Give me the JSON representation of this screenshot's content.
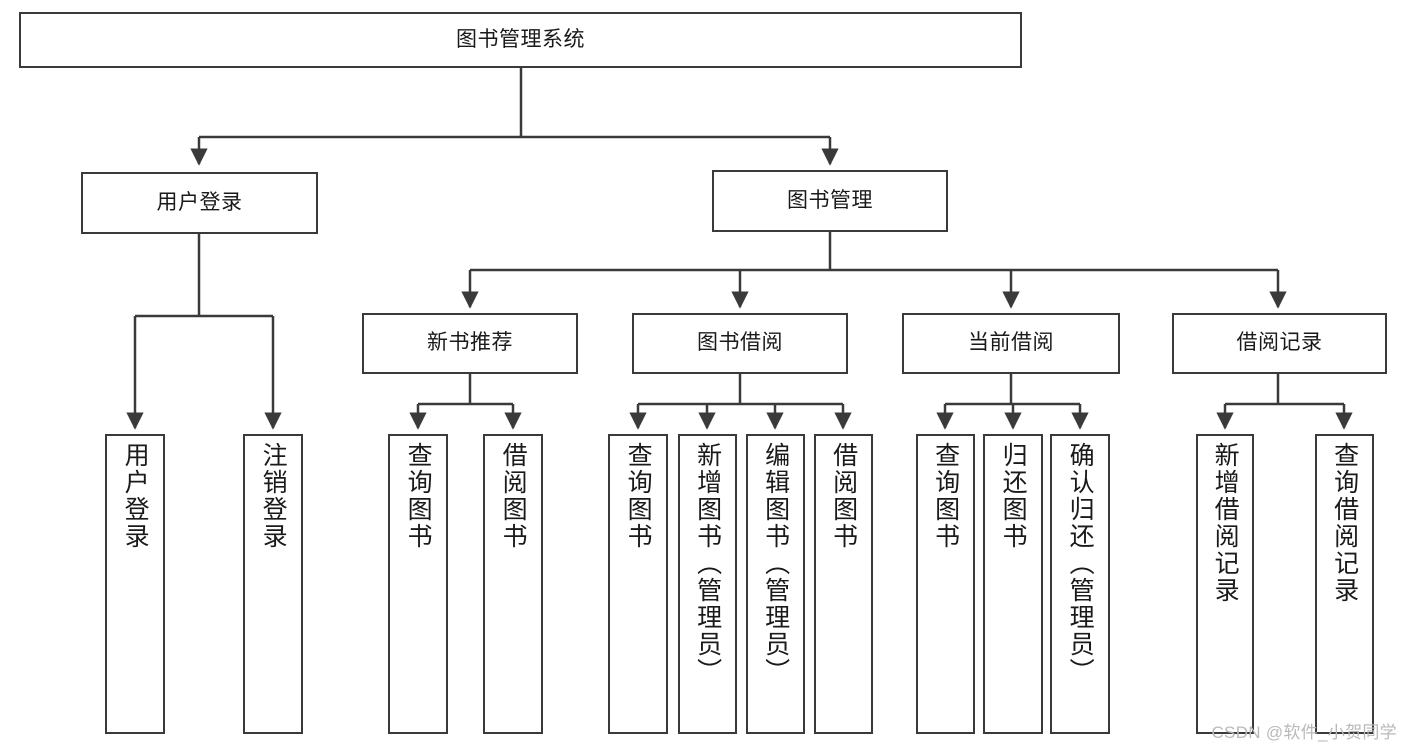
{
  "diagram": {
    "title": "图书管理系统",
    "watermark": "CSDN @软件_小贺同学",
    "line_color": "#3a3a3a",
    "box_fill": "#ffffff",
    "text_color": "#1a1a1a",
    "watermark_color": "#b9b9b9",
    "nodes": {
      "root": {
        "label": "图书管理系统"
      },
      "level1": [
        {
          "label": "用户登录"
        },
        {
          "label": "图书管理"
        }
      ],
      "level2": [
        {
          "label": "新书推荐"
        },
        {
          "label": "图书借阅"
        },
        {
          "label": "当前借阅"
        },
        {
          "label": "借阅记录"
        }
      ],
      "leaves": {
        "user_login": [
          {
            "label": "用户登录"
          },
          {
            "label": "注销登录"
          }
        ],
        "new_book": [
          {
            "label": "查询图书"
          },
          {
            "label": "借阅图书"
          }
        ],
        "book_borrow": [
          {
            "label": "查询图书"
          },
          {
            "label": "新增图书（管理员）"
          },
          {
            "label": "编辑图书（管理员）"
          },
          {
            "label": "借阅图书"
          }
        ],
        "current_borrow": [
          {
            "label": "查询图书"
          },
          {
            "label": "归还图书"
          },
          {
            "label": "确认归还（管理员）"
          }
        ],
        "borrow_record": [
          {
            "label": "新增借阅记录"
          },
          {
            "label": "查询借阅记录"
          }
        ]
      }
    }
  }
}
